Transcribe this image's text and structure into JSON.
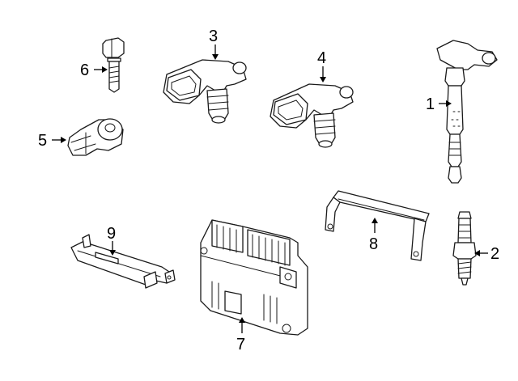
{
  "callouts": [
    {
      "id": "1",
      "label": "1"
    },
    {
      "id": "2",
      "label": "2"
    },
    {
      "id": "3",
      "label": "3"
    },
    {
      "id": "4",
      "label": "4"
    },
    {
      "id": "5",
      "label": "5"
    },
    {
      "id": "6",
      "label": "6"
    },
    {
      "id": "7",
      "label": "7"
    },
    {
      "id": "8",
      "label": "8"
    },
    {
      "id": "9",
      "label": "9"
    }
  ],
  "parts": [
    {
      "callout": "1",
      "icon": "ignition-coil-icon"
    },
    {
      "callout": "2",
      "icon": "spark-plug-icon"
    },
    {
      "callout": "3",
      "icon": "camshaft-sensor-icon"
    },
    {
      "callout": "4",
      "icon": "camshaft-sensor-icon"
    },
    {
      "callout": "5",
      "icon": "knock-sensor-icon"
    },
    {
      "callout": "6",
      "icon": "bolt-icon"
    },
    {
      "callout": "7",
      "icon": "ecm-module-icon"
    },
    {
      "callout": "8",
      "icon": "mounting-bracket-icon"
    },
    {
      "callout": "9",
      "icon": "mounting-bracket-icon"
    }
  ],
  "colors": {
    "line": "#1a1a1a",
    "background": "#ffffff"
  }
}
